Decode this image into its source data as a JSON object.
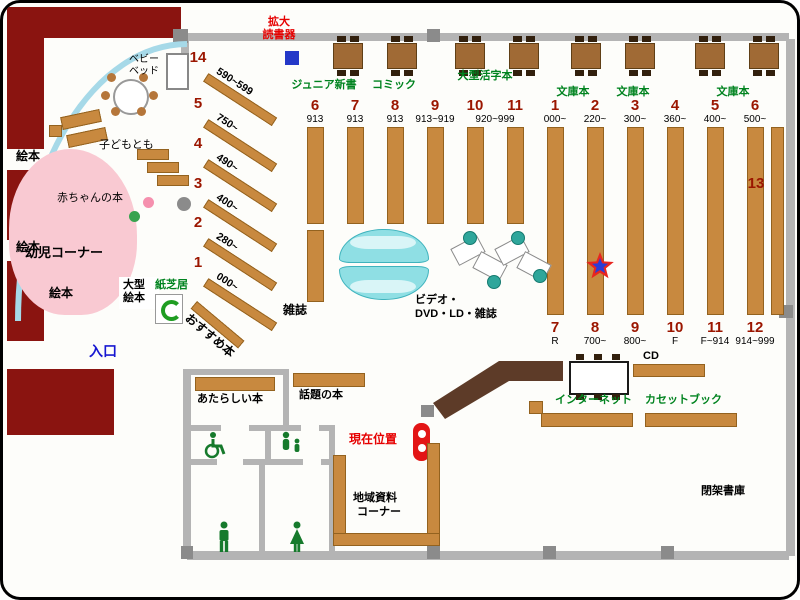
{
  "entrance": {
    "label": "入口"
  },
  "current_location": {
    "label": "現在位置"
  },
  "device": {
    "line1": "拡大",
    "line2": "読書器"
  },
  "children_corner": {
    "area": "幼児コーナー",
    "baby_books": "赤ちゃんの本",
    "picture_books_1": "絵本",
    "picture_books_2": "絵本",
    "picture_books_3": "絵本",
    "kodomo_no_tomo": "子どもとも",
    "baby_bed_line1": "ベビー",
    "baby_bed_line2": "ベッド",
    "large_picture_line1": "大型",
    "large_picture_line2": "絵本",
    "kamishibai": "紙芝居"
  },
  "categories": {
    "junior_shinsho": "ジュニア新書",
    "comic": "コミック",
    "large_print": "大型活字本",
    "bunko_1": "文庫本",
    "bunko_2": "文庫本",
    "bunko_3": "文庫本"
  },
  "diagonal_shelves": [
    {
      "no": "14",
      "range": "590~599"
    },
    {
      "no": "5",
      "range": "750~"
    },
    {
      "no": "4",
      "range": "490~"
    },
    {
      "no": "3",
      "range": "400~"
    },
    {
      "no": "2",
      "range": "280~"
    },
    {
      "no": "1",
      "range": "000~"
    }
  ],
  "left_group": [
    {
      "no": "6",
      "range": "913"
    },
    {
      "no": "7",
      "range": "913"
    },
    {
      "no": "8",
      "range": "913"
    },
    {
      "no": "9",
      "range": "913~919"
    },
    {
      "no": "10",
      "range": "920~999"
    },
    {
      "no": "11",
      "range": ""
    }
  ],
  "right_group_top": [
    {
      "no": "1",
      "range": "000~"
    },
    {
      "no": "2",
      "range": "220~"
    },
    {
      "no": "3",
      "range": "300~"
    },
    {
      "no": "4",
      "range": "360~"
    },
    {
      "no": "5",
      "range": "400~"
    },
    {
      "no": "6",
      "range": "500~"
    }
  ],
  "right_group_bottom": [
    {
      "no": "7",
      "range": "R"
    },
    {
      "no": "8",
      "range": "700~"
    },
    {
      "no": "9",
      "range": "800~"
    },
    {
      "no": "10",
      "range": "F"
    },
    {
      "no": "11",
      "range": "F~914"
    },
    {
      "no": "12",
      "range": "914~999"
    }
  ],
  "shelf_13": "13",
  "center": {
    "magazines": "雑誌",
    "recommended": "おすすめ本",
    "video_line1": "ビデオ・",
    "video_line2": "DVD・LD・雑誌"
  },
  "south": {
    "new_books": "あたらしい本",
    "topic_books": "話題の本",
    "cd": "CD",
    "internet": "インターネット",
    "cassette_book": "カセットブック",
    "local_line1": "地域資料",
    "local_line2": "コーナー",
    "closed_stacks": "閉架書庫"
  },
  "colors": {
    "wall_dark_red": "#8a1410",
    "shelf_brown": "#c8893f",
    "counter_brown": "#5d3b28",
    "accent_green": "#00831f",
    "accent_red": "#e60000",
    "number_dark_red": "#9b1600",
    "entrance_blue": "#1717d1",
    "bench_cyan": "#8fdfe4",
    "arc_blue": "#a6d9e8",
    "pink_area": "#f9c9d2"
  }
}
